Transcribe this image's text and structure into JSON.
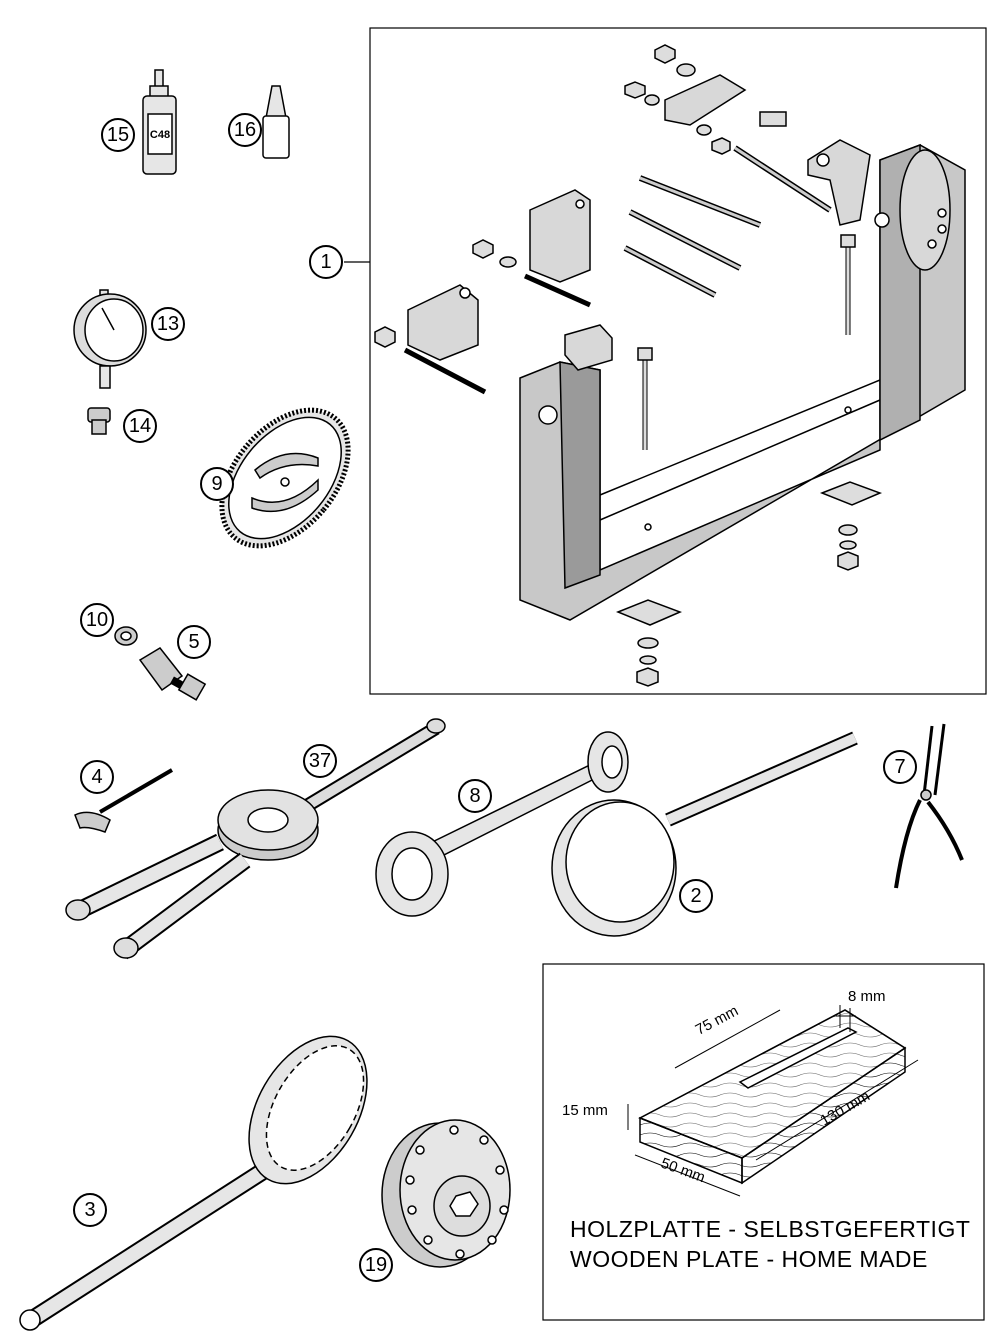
{
  "callouts": {
    "c1": "1",
    "c2": "2",
    "c3": "3",
    "c4": "4",
    "c5": "5",
    "c7": "7",
    "c8": "8",
    "c9": "9",
    "c10": "10",
    "c13": "13",
    "c14": "14",
    "c15": "15",
    "c16": "16",
    "c19": "19",
    "c37": "37"
  },
  "bottle_label": "C48",
  "wooden_plate": {
    "dim_8": "8 mm",
    "dim_75": "75 mm",
    "dim_15": "15 mm",
    "dim_130": "130 mm",
    "dim_50": "50 mm",
    "caption_de": "HOLZPLATTE - SELBSTGEFERTIGT",
    "caption_en": "WOODEN PLATE - HOME MADE"
  },
  "colors": {
    "line": "#000000",
    "metal": "#c8c8c8",
    "metal_dark": "#9a9a9a",
    "background": "#ffffff"
  }
}
